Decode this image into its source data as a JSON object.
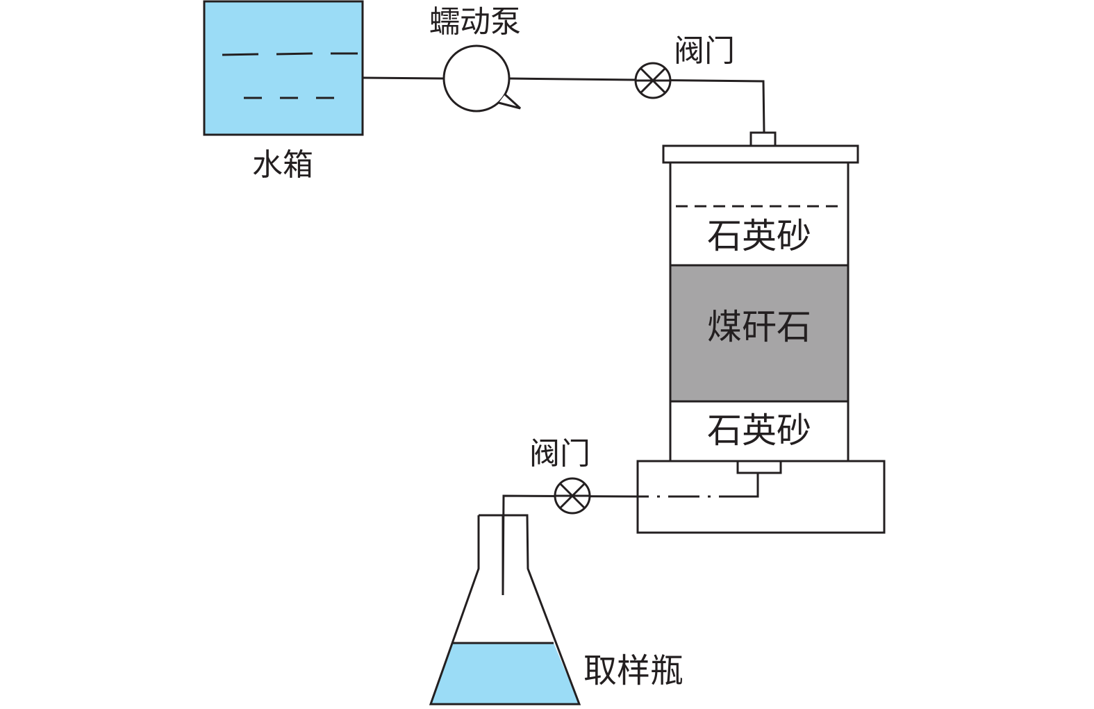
{
  "labels": {
    "water_tank": "水箱",
    "pump": "蠕动泵",
    "valve_top": "阀门",
    "quartz_top": "石英砂",
    "coal_gangue": "煤矸石",
    "quartz_bottom": "石英砂",
    "valve_bottom": "阀门",
    "sample_bottle": "取样瓶"
  },
  "colors": {
    "water": "#9bdcf6",
    "gangue": "#a6a5a6",
    "line": "#231f20"
  }
}
